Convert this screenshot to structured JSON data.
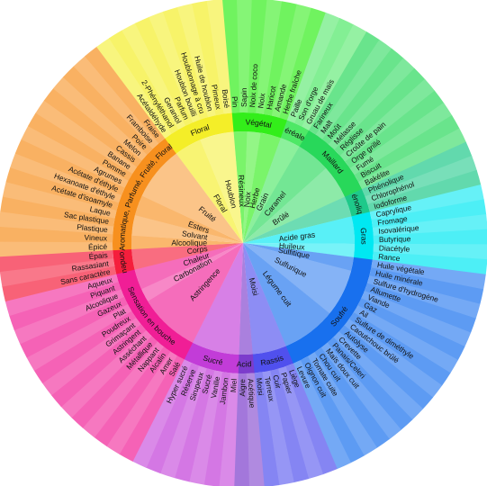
{
  "groups": [
    {
      "label": "Végétal",
      "color": "#33ee1a",
      "subs": [
        {
          "label": "Résineux",
          "terms": [
            "Pin",
            "Sapin"
          ]
        },
        {
          "label": "Noix",
          "terms": [
            "Noix de coco",
            "Noix"
          ]
        },
        {
          "label": "Herbe",
          "terms": [
            "Haricot",
            "Amande",
            "Herbe fraîche"
          ]
        }
      ]
    },
    {
      "label": "Céréales",
      "color": "#4ee866",
      "subs": [
        {
          "label": "Grain",
          "terms": [
            "Paille",
            "Son d'orge",
            "Gruau de maïs"
          ]
        }
      ]
    },
    {
      "label": "Maillard",
      "color": "#28d85a",
      "subs": [
        {
          "label": "Caramel",
          "terms": [
            "Farineux",
            "Malt",
            "Moût",
            "Mélasse",
            "Réglisse"
          ]
        },
        {
          "label": "Brûlé",
          "terms": [
            "Croûte de pain",
            "Orge grillé",
            "Fumé",
            "Biscuit",
            "Bakélite"
          ]
        }
      ]
    },
    {
      "label": "Phénolique",
      "color": "#1ec98a",
      "subs": [
        {
          "label": "",
          "terms": [
            "Phénolique",
            "Chlorophénol",
            "Iodoforme"
          ]
        }
      ]
    },
    {
      "label": "Gras",
      "color": "#00e8f2",
      "subs": [
        {
          "label": "Acide gras",
          "terms": [
            "Caprylique",
            "Fromage",
            "Isovalérique",
            "Butyrique"
          ]
        },
        {
          "label": "Huileux",
          "terms": [
            "Diacétyle",
            "Rance"
          ]
        }
      ]
    },
    {
      "label": "Soufré",
      "color": "#1870ee",
      "subs": [
        {
          "label": "Sulfitique",
          "terms": [
            "Huile végétale",
            "Huile minérale"
          ]
        },
        {
          "label": "Sulfurique",
          "terms": [
            "Sulfure d'hydrogène",
            "Allumette",
            "Viande",
            "Gaz",
            "Ail",
            "Sulfure de diméthyle",
            "Caoutchouc brûlé"
          ]
        },
        {
          "label": "Légume cuit",
          "terms": [
            "Autolyse",
            "Crevette",
            "Panais/Celeri",
            "Maïs doux cuit",
            "Chou cuit",
            "Tomate cuite",
            "Oignon cuit",
            "Levure"
          ]
        }
      ]
    },
    {
      "label": "Rassis",
      "color": "#5050ee",
      "subs": [
        {
          "label": "Moisi",
          "terms": [
            "Liège",
            "Papier",
            "Cuir",
            "Terreux",
            "Moisi"
          ]
        }
      ]
    },
    {
      "label": "Acide",
      "color": "#7c3ccc",
      "subs": [
        {
          "label": "",
          "terms": [
            "Acétique",
            "Aigre"
          ]
        }
      ]
    },
    {
      "label": "Sucré",
      "color": "#c23cd8",
      "subs": [
        {
          "label": "",
          "terms": [
            "Miel",
            "Jambon",
            "Vanille",
            "Sucré",
            "Sirupeux",
            "Réserve",
            "Hyper sucré"
          ]
        }
      ]
    },
    {
      "label": "Sensation en bouche",
      "color": "#f01e96",
      "subs": [
        {
          "label": "Astringence",
          "terms": [
            "Salé",
            "Amer",
            "Alcalin",
            "Nappant",
            "Métallique",
            "Asséchant",
            "Astringent",
            "Grimaçant",
            "Poudreux"
          ]
        },
        {
          "label": "Carbonation",
          "terms": [
            "Plat",
            "Gazeux"
          ]
        },
        {
          "label": "Chaleur",
          "terms": [
            "Alcoolique",
            "Piquant",
            "Aqueux"
          ]
        }
      ]
    },
    {
      "label": "Rondeur",
      "color": "#f51e3c",
      "subs": [
        {
          "label": "Corps",
          "terms": [
            "Sans caractère",
            "Rassasiant",
            "Épais"
          ]
        }
      ]
    },
    {
      "label": "Aromatique, Parfumé, Fruité, Floral",
      "color": "#f7901e",
      "subs": [
        {
          "label": "Alcoolique",
          "terms": [
            "Épicé",
            "Vineux"
          ]
        },
        {
          "label": "Solvant",
          "terms": [
            "Plastique",
            "Sac plastique",
            "Laque"
          ]
        },
        {
          "label": "Esters",
          "terms": [
            "Acétate d'isoamyle",
            "Hexanoate d'éthyle",
            "Acétate d'éthyle"
          ]
        },
        {
          "label": "Fruité",
          "terms": [
            "Agrumes",
            "Pomme",
            "Banane",
            "Cassis",
            "Melon",
            "Poire",
            "Framboise",
            "Fraise"
          ]
        }
      ]
    },
    {
      "label": "Floral",
      "color": "#f4ee28",
      "subs": [
        {
          "label": "Floral",
          "terms": [
            "Acétaldéhyde",
            "2-Phényléthanol",
            "Geraniol",
            "Parfum"
          ]
        },
        {
          "label": "Houblon",
          "terms": [
            "Houblon bouilli",
            "Houblonnage à cru",
            "Huile de houblon",
            "Pimeux",
            "Boisé"
          ]
        }
      ]
    }
  ]
}
